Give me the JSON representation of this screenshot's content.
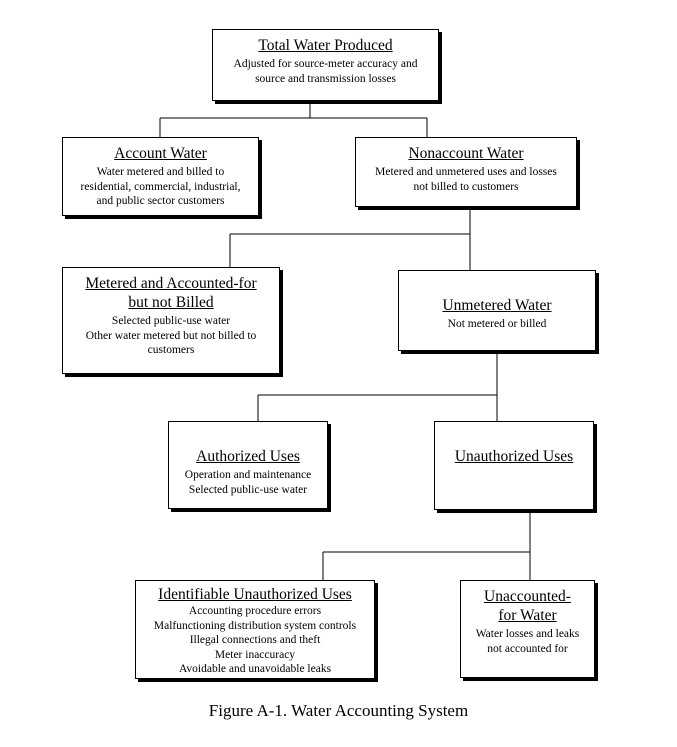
{
  "boxes": {
    "total": {
      "title": "Total Water Produced",
      "lines": [
        "Adjusted for source-meter accuracy and",
        "source and transmission losses"
      ]
    },
    "account": {
      "title": "Account Water",
      "lines": [
        "Water metered and billed to",
        "residential, commercial, industrial,",
        "and public sector customers"
      ]
    },
    "nonaccount": {
      "title": "Nonaccount Water",
      "lines": [
        "Metered and unmetered uses and losses",
        "not billed to customers"
      ]
    },
    "metered": {
      "title_line1": "Metered and Accounted-for",
      "title_line2": "but not Billed",
      "lines": [
        "Selected public-use water",
        "Other water metered but not billed to",
        "customers"
      ]
    },
    "unmetered": {
      "title": "Unmetered Water",
      "lines": [
        "Not metered or billed"
      ]
    },
    "authorized": {
      "title": "Authorized Uses",
      "lines": [
        "Operation and maintenance",
        "Selected public-use water"
      ]
    },
    "unauthorized": {
      "title": "Unauthorized Uses",
      "lines": []
    },
    "identifiable": {
      "title": "Identifiable Unauthorized Uses",
      "lines": [
        "Accounting procedure errors",
        "Malfunctioning distribution system controls",
        "Illegal connections and theft",
        "Meter inaccuracy",
        "Avoidable and unavoidable leaks"
      ]
    },
    "unaccounted": {
      "title_line1": "Unaccounted-",
      "title_line2": "for Water",
      "lines": [
        "Water losses and leaks",
        "not accounted for"
      ]
    }
  },
  "caption": "Figure A-1.  Water Accounting System"
}
